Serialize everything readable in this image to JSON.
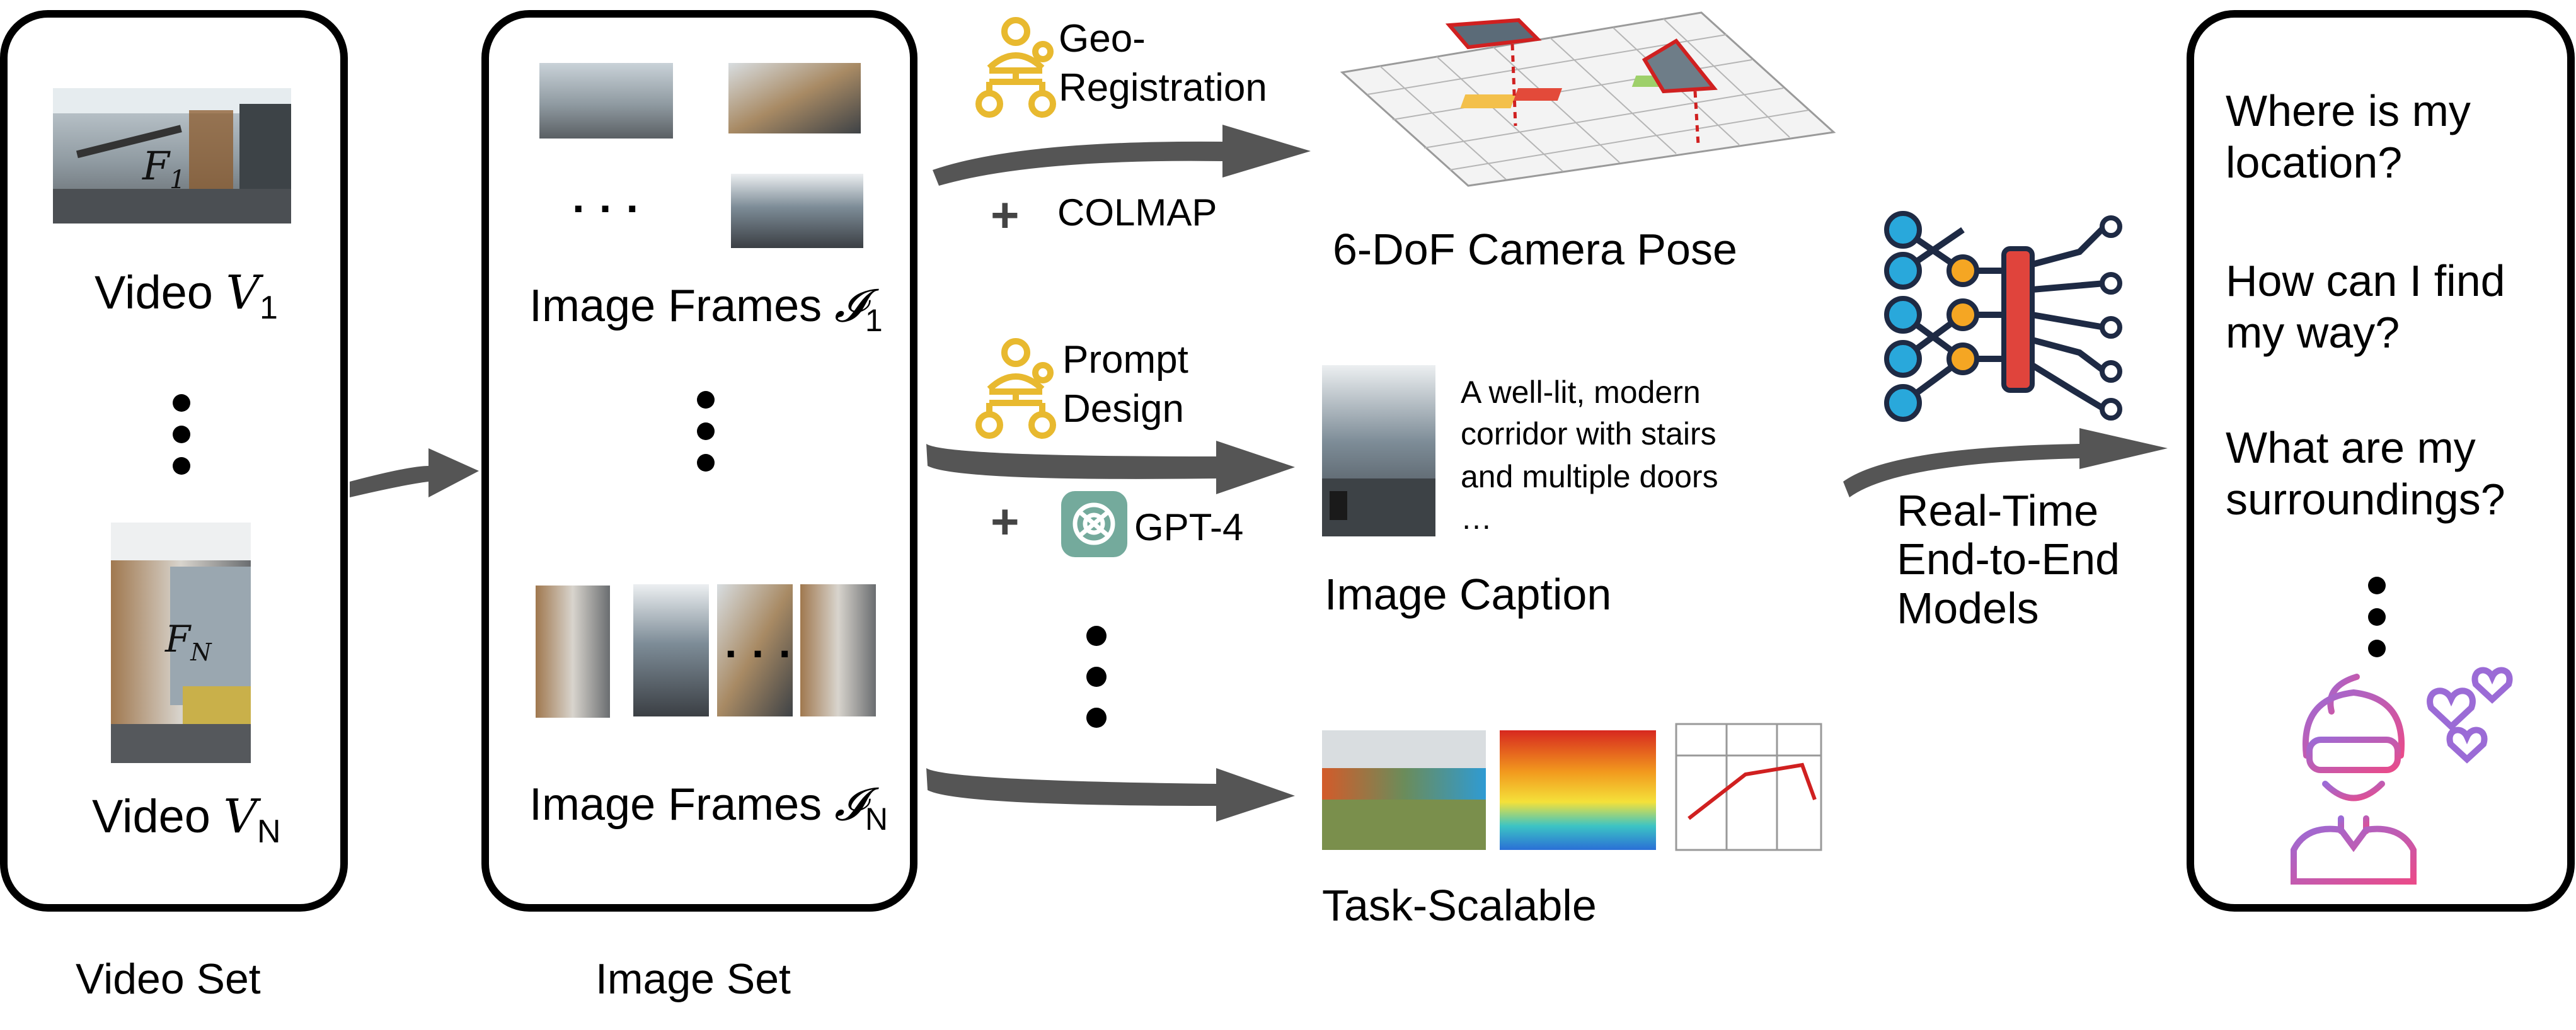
{
  "video_set": {
    "label": "Video Set",
    "video_first": {
      "prefix": "Video ",
      "var": "V",
      "sub": "1"
    },
    "video_last": {
      "prefix": "Video ",
      "var": "V",
      "sub": "N"
    },
    "frame_first_mark": {
      "var": "F",
      "sub": "1"
    },
    "frame_last_mark": {
      "var": "F",
      "sub": "N"
    }
  },
  "image_set": {
    "label": "Image Set",
    "frames_first": {
      "prefix": "Image Frames ",
      "var": "𝓘",
      "sub": "1"
    },
    "frames_last": {
      "prefix": "Image Frames ",
      "var": "𝓘",
      "sub": "N"
    },
    "row_ellipsis": "· · ·"
  },
  "pipelines": {
    "geo": {
      "method": "Geo-\nRegistration",
      "tool": "COLMAP",
      "output": "6-DoF Camera Pose"
    },
    "caption": {
      "method": "Prompt\nDesign",
      "tool": "GPT-4",
      "output": "Image Caption",
      "caption_lines": [
        "A well-lit, modern",
        "corridor with stairs",
        "and multiple doors",
        "…"
      ]
    },
    "task": {
      "output": "Task-Scalable"
    }
  },
  "models": {
    "label_lines": [
      "Real-Time",
      "End-to-End",
      "Models"
    ]
  },
  "questions": {
    "items": [
      [
        "Where is my",
        "location?"
      ],
      [
        "How can I find",
        "my way?"
      ],
      [
        "What are my",
        "surroundings?"
      ]
    ]
  },
  "plus_sign": "+",
  "colors": {
    "arrow": "#555555",
    "panel_border": "#000000",
    "person_icon": "#E8B92F",
    "network_blue": "#29A8DB",
    "network_orange": "#F5A623",
    "network_red": "#E0443C",
    "network_dark": "#1E2A44",
    "gpt_green": "#74AA9C",
    "user_gradient_start": "#E94B8A",
    "user_gradient_end": "#9B6BD6"
  }
}
